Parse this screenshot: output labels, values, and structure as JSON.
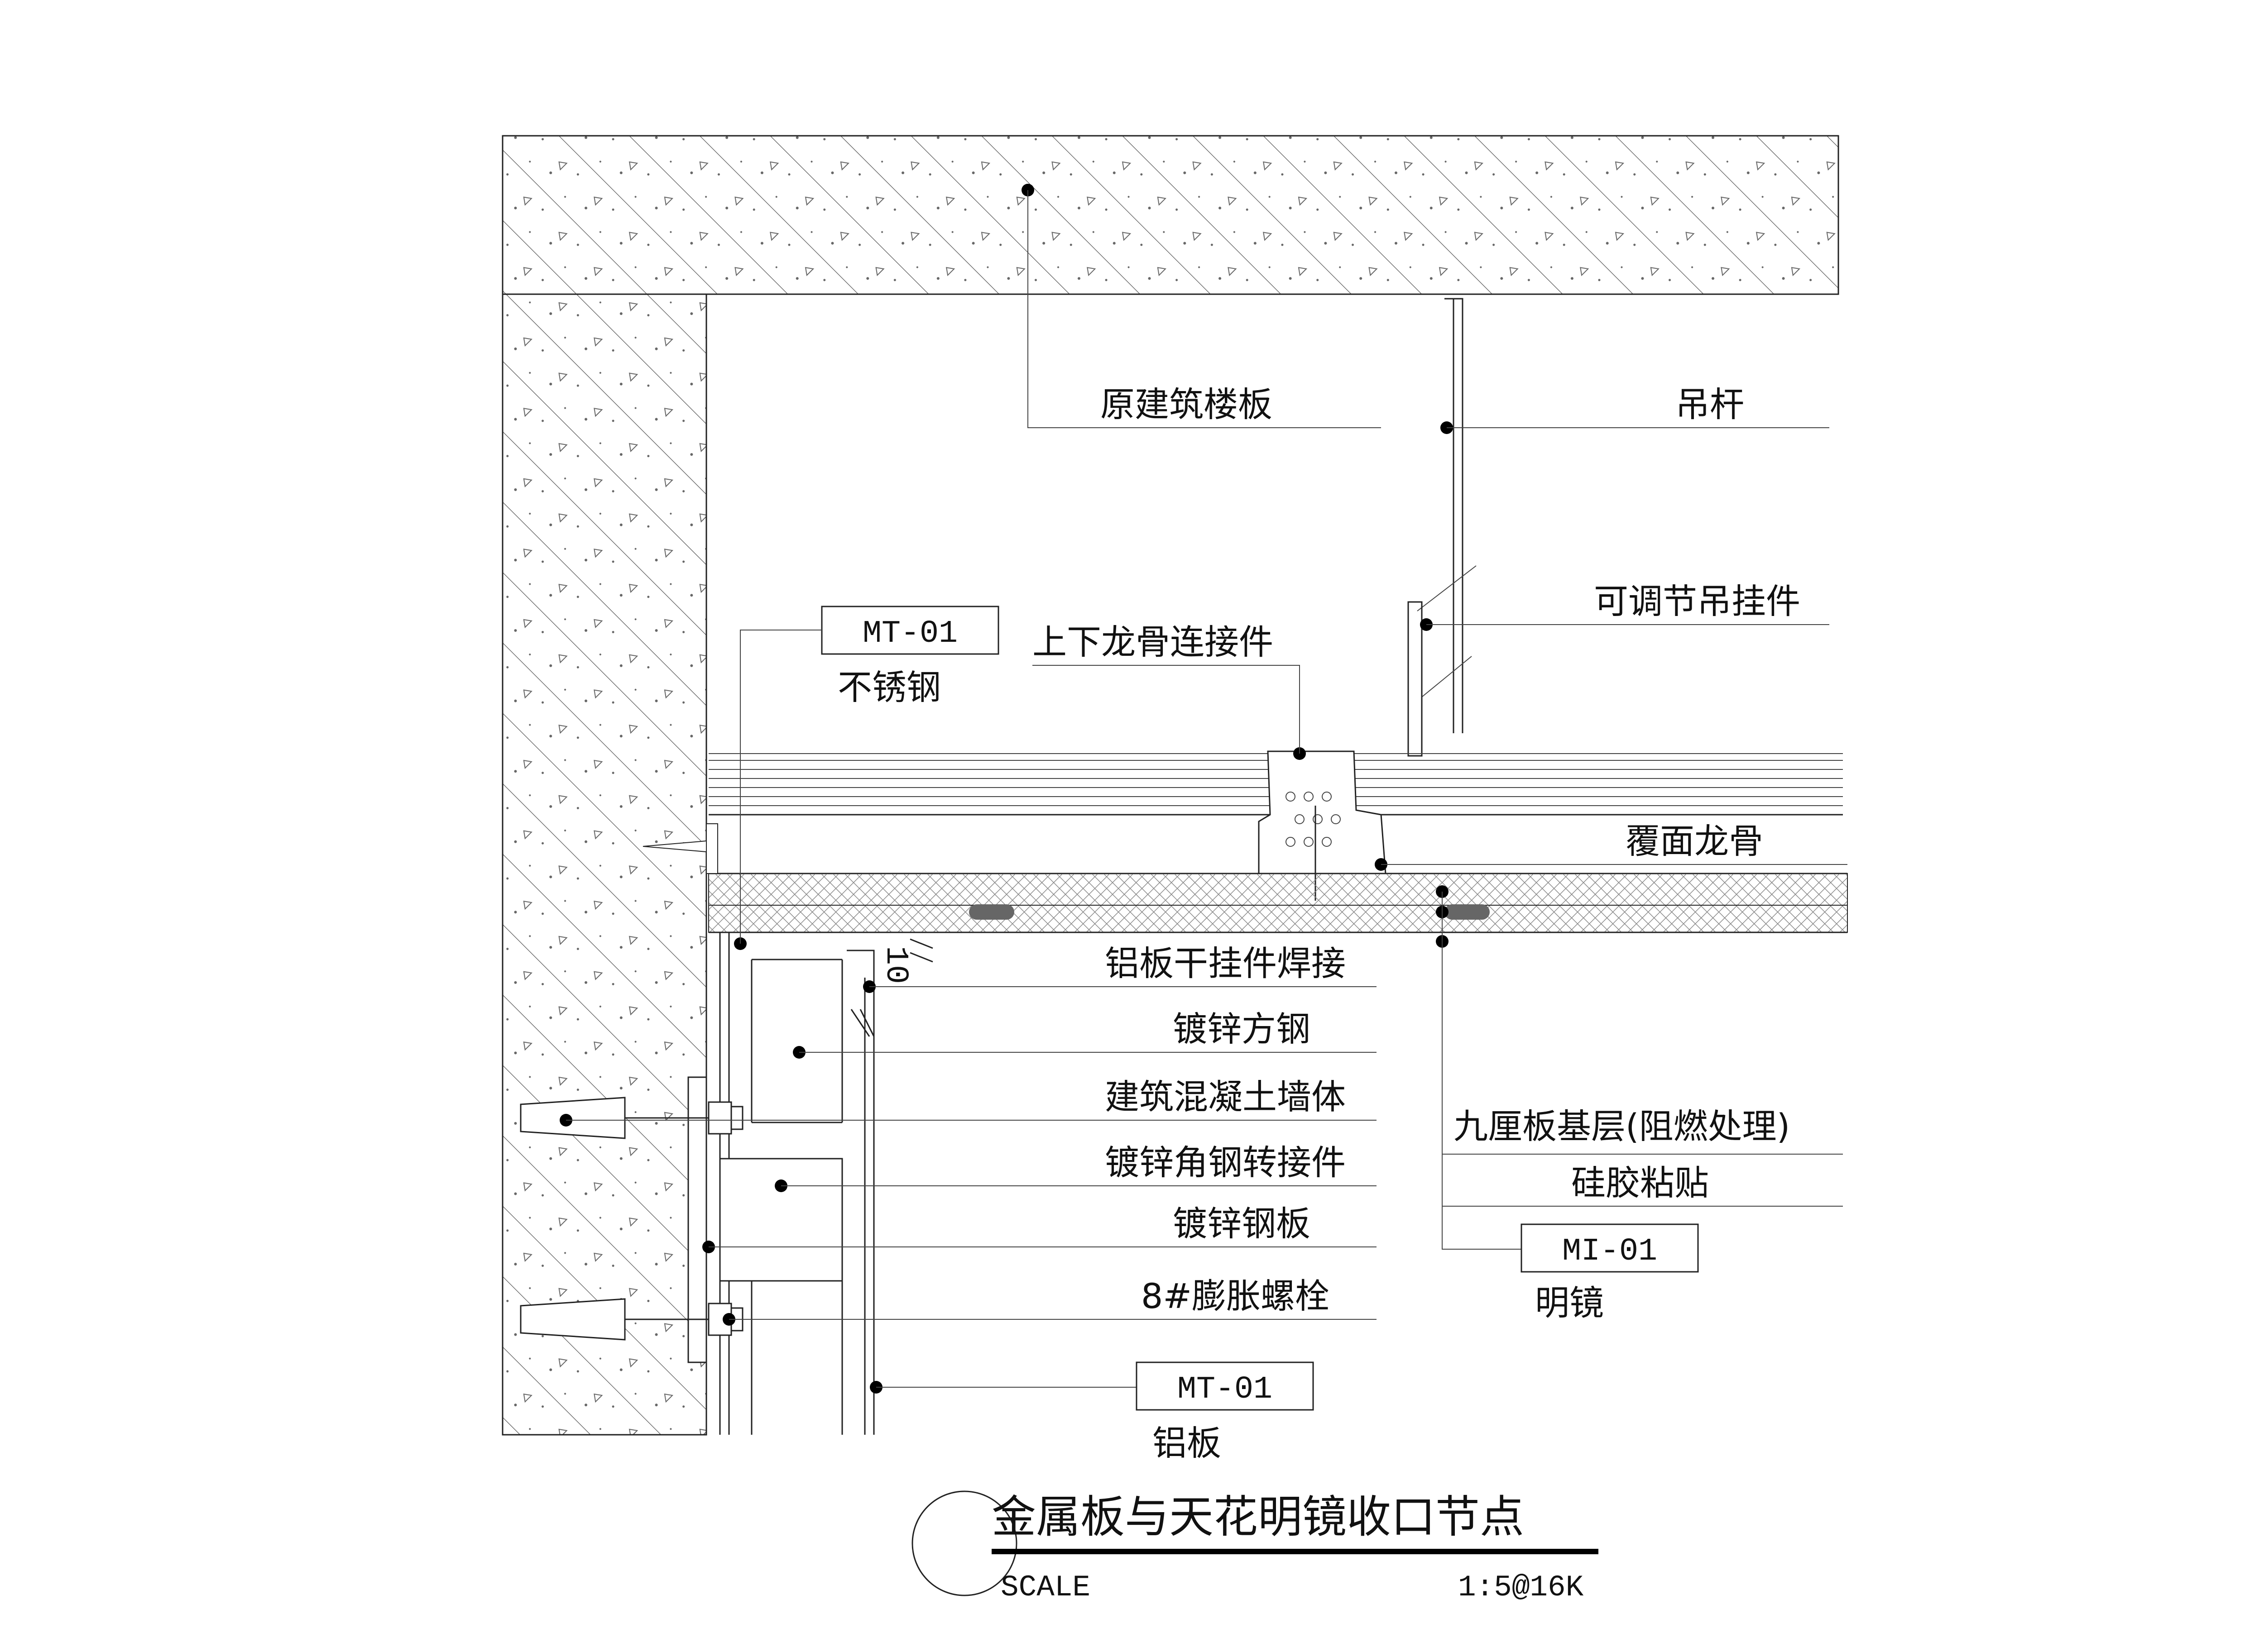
{
  "labels": {
    "slab": "原建筑楼板",
    "hanger_rod": "吊杆",
    "adjustable_hanger": "可调节吊挂件",
    "connector": "上下龙骨连接件",
    "stainless_name": "不锈钢",
    "cover_keel": "覆面龙骨",
    "weld": "铝板干挂件焊接",
    "square_tube": "镀锌方钢",
    "concrete_wall": "建筑混凝土墙体",
    "angle_adapter": "镀锌角钢转接件",
    "steel_plate": "镀锌钢板",
    "bolt": "8#膨胀螺栓",
    "aluminum_name": "铝板",
    "plywood_base": "九厘板基层(阻燃处理)",
    "silicone": "硅胶粘贴",
    "mirror_name": "明镜"
  },
  "codes": {
    "stainless": "MT-01",
    "aluminum": "MT-01",
    "mirror": "MI-01"
  },
  "dimension": "10",
  "title_block": {
    "title": "金属板与天花明镜收口节点",
    "scale_label": "SCALE",
    "scale_value": "1:5@16K"
  }
}
